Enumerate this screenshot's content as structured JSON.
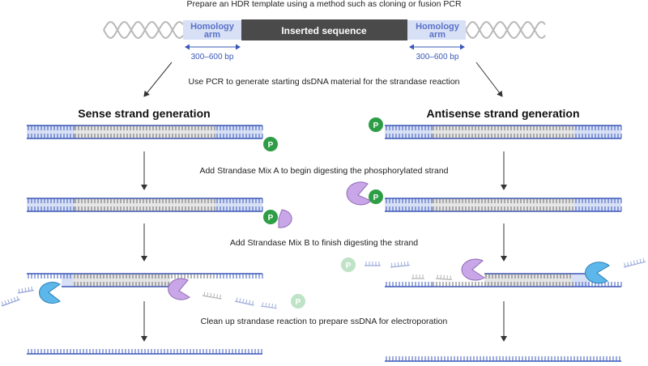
{
  "captions": {
    "top": "Prepare an HDR template using a method such as cloning or fusion PCR",
    "pcr": "Use PCR to generate starting dsDNA material for the strandase reaction",
    "mix_a": "Add Strandase Mix A to begin digesting the phosphorylated strand",
    "mix_b": "Add Strandase Mix B to finish digesting the strand",
    "cleanup": "Clean up strandase reaction to prepare ssDNA for electroporation"
  },
  "template": {
    "left_arm_line1": "Homology",
    "left_arm_line2": "arm",
    "insert_label": "Inserted sequence",
    "right_arm_line1": "Homology",
    "right_arm_line2": "arm",
    "left_bp": "300–600 bp",
    "right_bp": "300–600 bp"
  },
  "headings": {
    "sense": "Sense strand generation",
    "antisense": "Antisense strand generation"
  },
  "phosphate_label": "P",
  "colors": {
    "arm_fill": "#d8e0f6",
    "insert_fill": "#4a4a4a",
    "strand_blue": "#3a57b8",
    "strand_gray": "#6b6b6b",
    "insert_band": "#e6e6e6",
    "phosphate_green": "#2e9e46",
    "phosphate_faded": "#bfe3c7",
    "mix_a_purple": "#c9a6e8",
    "mix_b_blue": "#5db7ea"
  },
  "icons": [
    "double-helix-icon",
    "phosphate-icon",
    "strandase-a-pacman-icon",
    "strandase-b-pacman-icon",
    "down-arrow-icon"
  ]
}
